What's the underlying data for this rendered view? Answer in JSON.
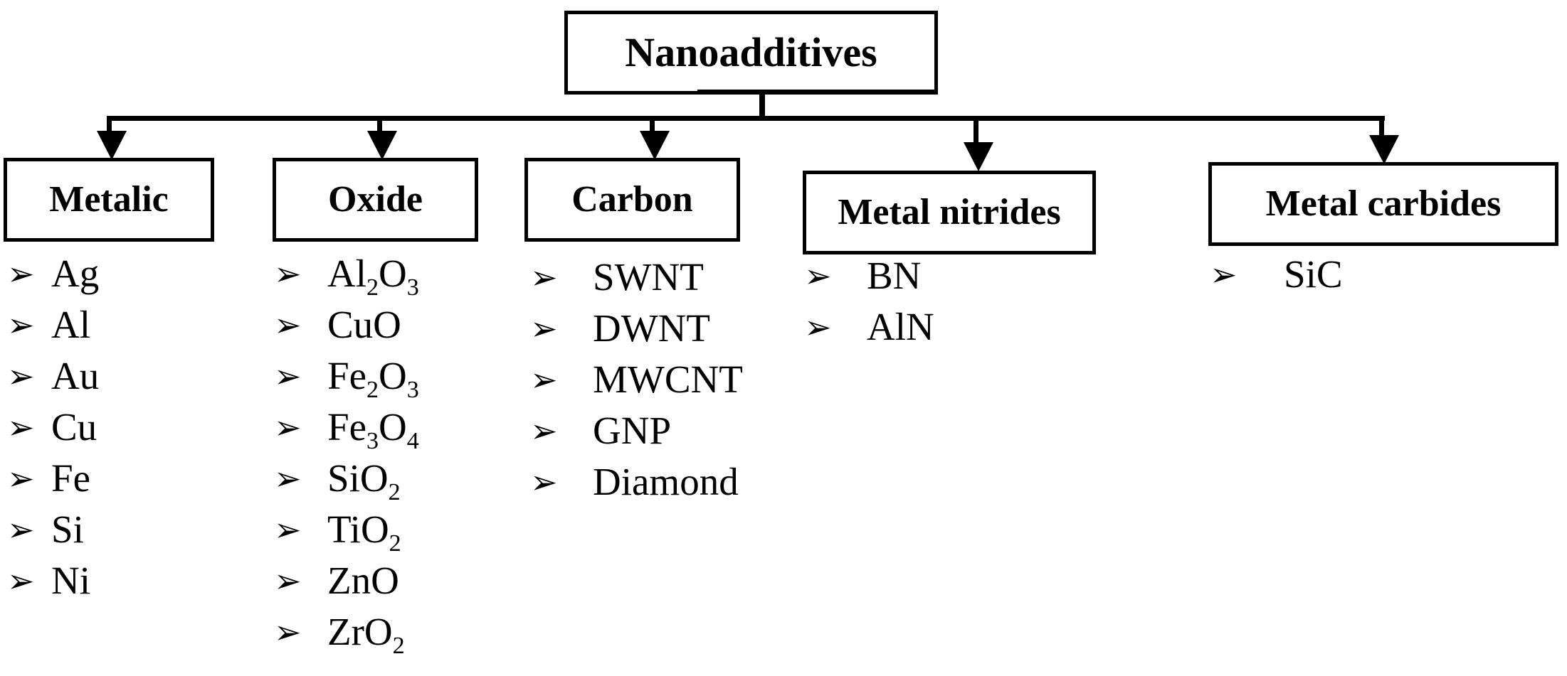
{
  "diagram": {
    "title": "Nanoadditives",
    "root": {
      "label": "Nanoadditives"
    },
    "bullet_glyph": "➢",
    "bullet_icon_name": "arrowhead-bullet-icon",
    "colors": {
      "background": "#ffffff",
      "line": "#000000",
      "text": "#000000",
      "box_border": "#000000"
    },
    "categories": [
      {
        "id": "metalic",
        "label": "Metalic",
        "items": [
          {
            "text": "Ag",
            "formula": [
              {
                "t": "Ag"
              }
            ]
          },
          {
            "text": "Al",
            "formula": [
              {
                "t": "Al"
              }
            ]
          },
          {
            "text": "Au",
            "formula": [
              {
                "t": "Au"
              }
            ]
          },
          {
            "text": "Cu",
            "formula": [
              {
                "t": "Cu"
              }
            ]
          },
          {
            "text": "Fe",
            "formula": [
              {
                "t": "Fe"
              }
            ]
          },
          {
            "text": "Si",
            "formula": [
              {
                "t": "Si"
              }
            ]
          },
          {
            "text": "Ni",
            "formula": [
              {
                "t": "Ni"
              }
            ]
          }
        ]
      },
      {
        "id": "oxide",
        "label": "Oxide",
        "items": [
          {
            "text": "Al2O3",
            "formula": [
              {
                "t": "Al"
              },
              {
                "t": "2",
                "sub": true
              },
              {
                "t": "O"
              },
              {
                "t": "3",
                "sub": true
              }
            ]
          },
          {
            "text": "CuO",
            "formula": [
              {
                "t": "CuO"
              }
            ]
          },
          {
            "text": "Fe2O3",
            "formula": [
              {
                "t": "Fe"
              },
              {
                "t": "2",
                "sub": true
              },
              {
                "t": "O"
              },
              {
                "t": "3",
                "sub": true
              }
            ]
          },
          {
            "text": "Fe3O4",
            "formula": [
              {
                "t": "Fe"
              },
              {
                "t": "3",
                "sub": true
              },
              {
                "t": "O"
              },
              {
                "t": "4",
                "sub": true
              }
            ]
          },
          {
            "text": "SiO2",
            "formula": [
              {
                "t": "SiO"
              },
              {
                "t": "2",
                "sub": true
              }
            ]
          },
          {
            "text": "TiO2",
            "formula": [
              {
                "t": "TiO"
              },
              {
                "t": "2",
                "sub": true
              }
            ]
          },
          {
            "text": "ZnO",
            "formula": [
              {
                "t": "ZnO"
              }
            ]
          },
          {
            "text": "ZrO2",
            "formula": [
              {
                "t": "ZrO"
              },
              {
                "t": "2",
                "sub": true
              }
            ]
          }
        ]
      },
      {
        "id": "carbon",
        "label": "Carbon",
        "items": [
          {
            "text": "SWNT",
            "formula": [
              {
                "t": "SWNT"
              }
            ]
          },
          {
            "text": "DWNT",
            "formula": [
              {
                "t": "DWNT"
              }
            ]
          },
          {
            "text": "MWCNT",
            "formula": [
              {
                "t": "MWCNT"
              }
            ]
          },
          {
            "text": "GNP",
            "formula": [
              {
                "t": "GNP"
              }
            ]
          },
          {
            "text": "Diamond",
            "formula": [
              {
                "t": "Diamond"
              }
            ]
          }
        ]
      },
      {
        "id": "metal-nitrides",
        "label": "Metal nitrides",
        "items": [
          {
            "text": "BN",
            "formula": [
              {
                "t": "BN"
              }
            ]
          },
          {
            "text": "AlN",
            "formula": [
              {
                "t": "AlN"
              }
            ]
          }
        ]
      },
      {
        "id": "metal-carbides",
        "label": "Metal carbides",
        "items": [
          {
            "text": "SiC",
            "formula": [
              {
                "t": "SiC"
              }
            ]
          }
        ]
      }
    ]
  }
}
